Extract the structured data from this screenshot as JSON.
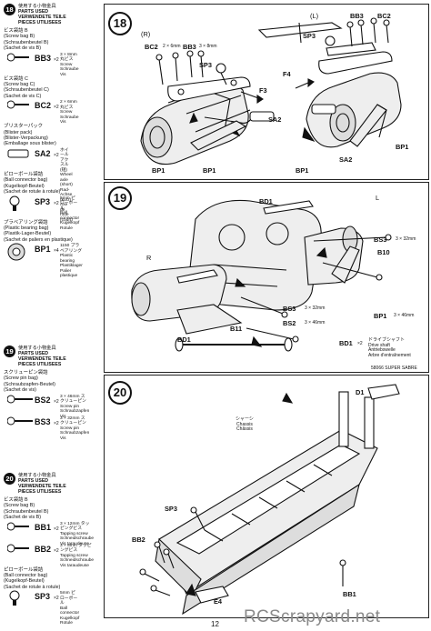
{
  "left": {
    "s18": {
      "step": "18",
      "jp": "使用する小物金具",
      "title": [
        "PARTS USED",
        "VERWENDETE TEILE",
        "PIECES UTILISEES"
      ],
      "bags": [
        {
          "jp": "ビス袋詰 B",
          "lines": [
            "(Screw bag B)",
            "(Schraubenbeutel B)",
            "(Sachet de vis B)"
          ],
          "part": {
            "code": "BB3",
            "mult": "×2",
            "desc": [
              "3 × 8mm 丸ビス",
              "Screw",
              "Schraube",
              "Vis"
            ]
          }
        },
        {
          "jp": "ビス袋詰 C",
          "lines": [
            "(Screw bag C)",
            "(Schraubenbeutel C)",
            "(Sachet de vis C)"
          ],
          "part": {
            "code": "BC2",
            "mult": "×2",
            "desc": [
              "2 × 6mm 丸ビス",
              "Screw",
              "Schraube",
              "Vis"
            ]
          }
        },
        {
          "jp": "ブリスターパック",
          "lines": [
            "(Blister pack)",
            "(Blister-Verpackung)",
            "(Emballage sous blister)"
          ],
          "part": {
            "code": "SA2",
            "mult": "×2",
            "desc": [
              "ホイールアクスル(短)",
              "Wheel axle (short)",
              "Rad-Achse (kurz)",
              "Axe de roue (court)"
            ]
          }
        },
        {
          "jp": "ピローボール袋詰",
          "lines": [
            "(Ball connector bag)",
            "(Kugelkopf-Beutel)",
            "(Sachet de rotule à rotule)"
          ],
          "part": {
            "code": "SP3",
            "mult": "×2",
            "desc": [
              "5mm ピローボール",
              "Ball connector",
              "Kugelkopf",
              "Rotule"
            ]
          }
        },
        {
          "jp": "プラベアリング袋詰",
          "lines": [
            "(Plastic bearing bag)",
            "(Plastik-Lager-Beutel)",
            "(Sachet de paliers en plastique)"
          ],
          "part": {
            "code": "BP1",
            "mult": "×4",
            "desc": [
              "1150 プラベアリング",
              "Plastic bearing",
              "Plastiklager",
              "Palier plastique"
            ]
          }
        }
      ]
    },
    "s19": {
      "step": "19",
      "jp": "使用する小物金具",
      "title": [
        "PARTS USED",
        "VERWENDETE TEILE",
        "PIECES UTILISEES"
      ],
      "bags": [
        {
          "jp": "スクリューピン袋詰",
          "lines": [
            "(Screw pin bag)",
            "(Schraubzapfen-Beutel)",
            "(Sachet de vis)"
          ],
          "parts": [
            {
              "code": "BS2",
              "mult": "×2",
              "desc": [
                "3 × 46mm スクリューピン",
                "Screw pin",
                "Schraubzapfen",
                "Vis"
              ]
            },
            {
              "code": "BS3",
              "mult": "×2",
              "desc": [
                "3 × 32mm スクリューピン",
                "Screw pin",
                "Schraubzapfen",
                "Vis"
              ]
            }
          ]
        }
      ]
    },
    "s20": {
      "step": "20",
      "jp": "使用する小物金具",
      "title": [
        "PARTS USED",
        "VERWENDETE TEILE",
        "PIECES UTILISEES"
      ],
      "bags": [
        {
          "jp": "ビス袋詰 B",
          "lines": [
            "(Screw bag B)",
            "(Schraubenbeutel B)",
            "(Sachet de vis B)"
          ],
          "parts": [
            {
              "code": "BB1",
              "mult": "×2",
              "desc": [
                "3 × 12mm タッピングビス",
                "Tapping screw",
                "Schneidschraube",
                "Vis taraudeuse"
              ]
            },
            {
              "code": "BB2",
              "mult": "×2",
              "desc": [
                "3 × 8mm タッピングビス",
                "Tapping screw",
                "Schneidschraube",
                "Vis taraudeuse"
              ]
            }
          ]
        },
        {
          "jp": "ピローボール袋詰",
          "lines": [
            "(Ball connector bag)",
            "(Kugelkopf-Beutel)",
            "(Sachet de rotule à rotule)"
          ],
          "parts": [
            {
              "code": "SP3",
              "mult": "×2",
              "desc": [
                "5mm ピローボール",
                "Ball connector",
                "Kugelkopf",
                "Rotule"
              ]
            }
          ]
        }
      ]
    }
  },
  "panels": {
    "p18": {
      "step": "18",
      "labels": {
        "r": "(R)",
        "l": "(L)",
        "bc2a": "BC2",
        "bb3a": "BB3",
        "sp3a": "SP3",
        "f3": "F3",
        "sa2a": "SA2",
        "bp1a": "BP1",
        "bp1b": "BP1",
        "bb3b": "BB3",
        "bc2b": "BC2",
        "sp3b": "SP3",
        "f4": "F4",
        "sa2b": "SA2",
        "bp1c": "BP1",
        "bp1d": "BP1"
      },
      "dim": "3 × 8mm",
      "dim2": "2 × 6mm"
    },
    "p19": {
      "step": "19",
      "labels": {
        "bd1a": "BD1",
        "l": "L",
        "bs3a": "BS3",
        "b10": "B10",
        "r": "R",
        "bs3b": "BS3",
        "bs2": "BS2",
        "bp1": "BP1",
        "b11": "B11",
        "bd1b": "BD1",
        "bd1c": "BD1"
      },
      "dim32": "3 × 32mm",
      "dim46": "3 × 46mm",
      "shaft": [
        "ドライブシャフト",
        "Drive shaft",
        "Antriebswelle",
        "Arbre d'entraînement"
      ],
      "shaftmult": "×2"
    },
    "p20": {
      "step": "20",
      "labels": {
        "d1": "D1",
        "chassis_jp": "シャーシ",
        "chassis1": "Chassis",
        "chassis2": "Châssis",
        "sp3": "SP3",
        "bb2": "BB2",
        "e4": "E4",
        "bb1": "BB1"
      }
    },
    "footer": {
      "page": "12",
      "model": "58066 SUPER SABRE"
    },
    "watermark": "RCScrapyard.net"
  }
}
